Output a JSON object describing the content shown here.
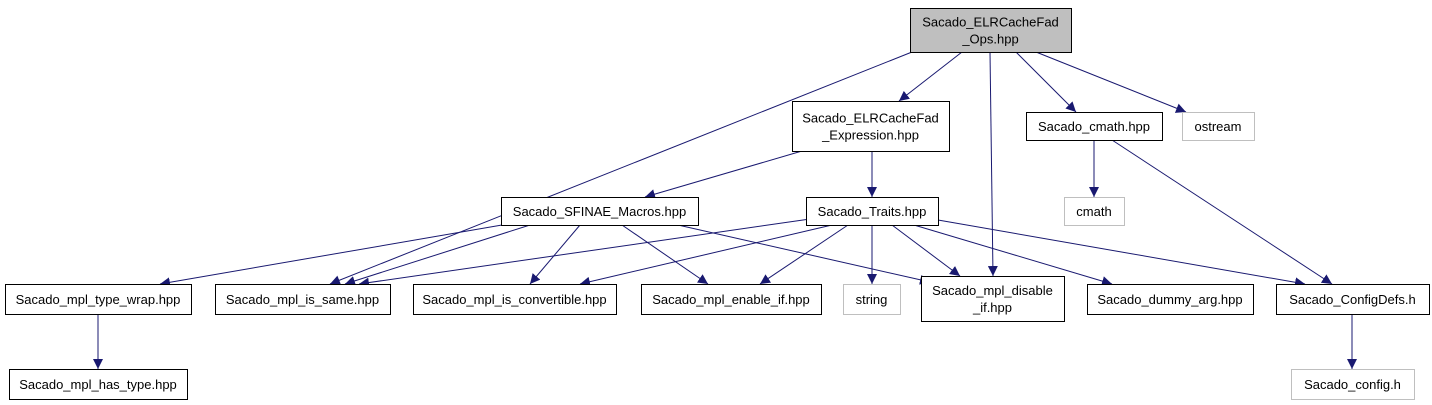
{
  "colors": {
    "edge": "#191970",
    "root_fill": "#bfbfbf",
    "node_stroke": "#000000",
    "external_stroke": "#bfbfbf",
    "text": "#000000"
  },
  "nodes": [
    {
      "id": "ops",
      "lines": [
        "Sacado_ELRCacheFad",
        "_Ops.hpp"
      ],
      "kind": "root"
    },
    {
      "id": "expr",
      "lines": [
        "Sacado_ELRCacheFad",
        "_Expression.hpp"
      ],
      "kind": "normal"
    },
    {
      "id": "cmathhpp",
      "lines": [
        "Sacado_cmath.hpp"
      ],
      "kind": "normal"
    },
    {
      "id": "ostream",
      "lines": [
        "ostream"
      ],
      "kind": "external"
    },
    {
      "id": "sfinae",
      "lines": [
        "Sacado_SFINAE_Macros.hpp"
      ],
      "kind": "normal"
    },
    {
      "id": "traits",
      "lines": [
        "Sacado_Traits.hpp"
      ],
      "kind": "normal"
    },
    {
      "id": "cmath",
      "lines": [
        "cmath"
      ],
      "kind": "external"
    },
    {
      "id": "typewrap",
      "lines": [
        "Sacado_mpl_type_wrap.hpp"
      ],
      "kind": "normal"
    },
    {
      "id": "issame",
      "lines": [
        "Sacado_mpl_is_same.hpp"
      ],
      "kind": "normal"
    },
    {
      "id": "isconv",
      "lines": [
        "Sacado_mpl_is_convertible.hpp"
      ],
      "kind": "normal"
    },
    {
      "id": "enableif",
      "lines": [
        "Sacado_mpl_enable_if.hpp"
      ],
      "kind": "normal"
    },
    {
      "id": "string",
      "lines": [
        "string"
      ],
      "kind": "external"
    },
    {
      "id": "disableif",
      "lines": [
        "Sacado_mpl_disable",
        "_if.hpp"
      ],
      "kind": "normal"
    },
    {
      "id": "dummy",
      "lines": [
        "Sacado_dummy_arg.hpp"
      ],
      "kind": "normal"
    },
    {
      "id": "configdefs",
      "lines": [
        "Sacado_ConfigDefs.h"
      ],
      "kind": "normal"
    },
    {
      "id": "hastype",
      "lines": [
        "Sacado_mpl_has_type.hpp"
      ],
      "kind": "normal"
    },
    {
      "id": "config",
      "lines": [
        "Sacado_config.h"
      ],
      "kind": "external"
    }
  ],
  "edges": [
    {
      "from": "ops",
      "to": "expr"
    },
    {
      "from": "ops",
      "to": "cmathhpp"
    },
    {
      "from": "ops",
      "to": "ostream"
    },
    {
      "from": "ops",
      "to": "issame"
    },
    {
      "from": "ops",
      "to": "disableif"
    },
    {
      "from": "expr",
      "to": "sfinae"
    },
    {
      "from": "expr",
      "to": "traits"
    },
    {
      "from": "cmathhpp",
      "to": "cmath"
    },
    {
      "from": "cmathhpp",
      "to": "configdefs"
    },
    {
      "from": "sfinae",
      "to": "typewrap"
    },
    {
      "from": "sfinae",
      "to": "issame"
    },
    {
      "from": "sfinae",
      "to": "isconv"
    },
    {
      "from": "sfinae",
      "to": "enableif"
    },
    {
      "from": "sfinae",
      "to": "disableif"
    },
    {
      "from": "traits",
      "to": "issame"
    },
    {
      "from": "traits",
      "to": "isconv"
    },
    {
      "from": "traits",
      "to": "enableif"
    },
    {
      "from": "traits",
      "to": "string"
    },
    {
      "from": "traits",
      "to": "disableif"
    },
    {
      "from": "traits",
      "to": "dummy"
    },
    {
      "from": "traits",
      "to": "configdefs"
    },
    {
      "from": "typewrap",
      "to": "hastype"
    },
    {
      "from": "configdefs",
      "to": "config"
    }
  ]
}
